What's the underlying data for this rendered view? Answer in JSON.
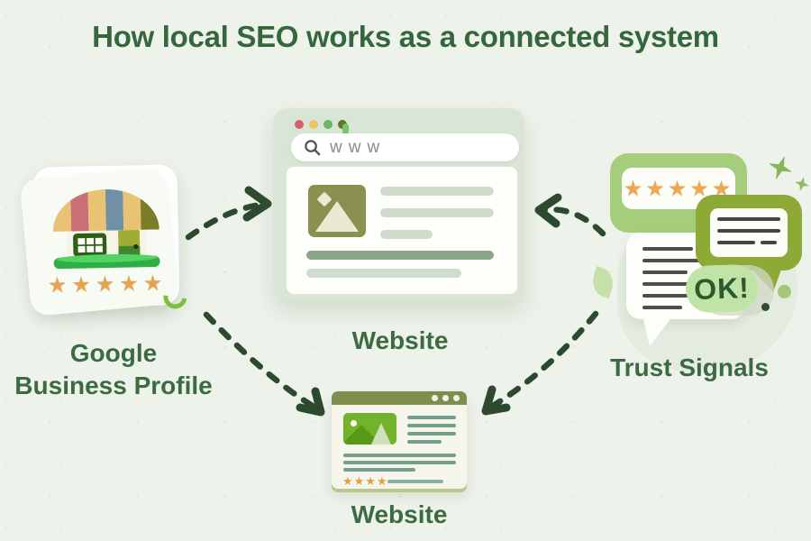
{
  "title": "How local SEO works as a connected system",
  "palette": {
    "background": "#edf2ea",
    "heading_text": "#35663c",
    "label_text": "#3c6b42",
    "arrow": "#2d4a2f",
    "star_orange": "#e5a44e",
    "bubble_green": "#a6cd7b",
    "bubble_olive": "#8caa35",
    "ok_pill": "#c1e4a6",
    "browser_frame": "#d9e6d6",
    "browser_bar_olive": "#7e8e4d"
  },
  "nodes": {
    "google_business_profile": {
      "label_line1": "Google",
      "label_line2": "Business Profile",
      "stars": "★★★★★"
    },
    "website_top": {
      "label": "Website",
      "address_text": "www"
    },
    "trust_signals": {
      "label": "Trust Signals",
      "review_stars": "★★★★★",
      "ok_text": "OK!"
    },
    "website_bottom": {
      "label": "Website",
      "rating_stars": "★★★★"
    }
  }
}
